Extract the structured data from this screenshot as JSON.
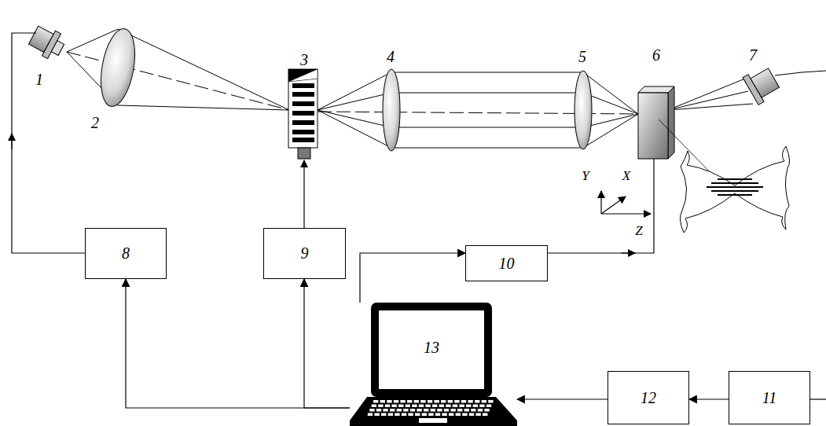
{
  "diagram": {
    "nodes": [
      {
        "text": [
          "8"
        ]
      },
      {
        "text": [
          "9"
        ]
      },
      {
        "text": [
          "10"
        ]
      },
      {
        "text": [
          "13"
        ]
      },
      {
        "text": [
          "12"
        ]
      },
      {
        "text": [
          "11"
        ]
      }
    ],
    "edges": [
      {
        "from": 3,
        "to": 0,
        "arrow": "to"
      },
      {
        "from": 3,
        "to": 1,
        "arrow": "to"
      },
      {
        "from": 3,
        "to": 2,
        "arrow": "to"
      },
      {
        "from": 5,
        "to": 4,
        "arrow": "to"
      },
      {
        "from": 4,
        "to": 3,
        "arrow": "to"
      }
    ],
    "labels": [
      "1",
      "2",
      "3",
      "4",
      "5",
      "6",
      "7",
      "Y",
      "X",
      "Z"
    ]
  }
}
